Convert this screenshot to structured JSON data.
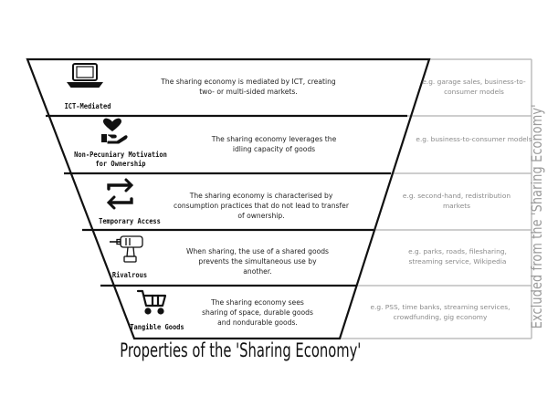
{
  "caption": "Properties of the 'Sharing Economy'",
  "side_label": "Excluded from the 'Sharing Economy'",
  "levels": [
    {
      "label": "ICT-Mediated",
      "icon": "laptop-icon",
      "description": "The sharing economy is mediated by ICT, creating two- or multi-sided markets.",
      "example": "e.g. garage sales, business-to-consumer models"
    },
    {
      "label": "Non-Pecuniary Motivation for Ownership",
      "icon": "hand-heart-icon",
      "description": "The sharing economy leverages the idling capacity of goods",
      "example": "e.g.  business-to-consumer models"
    },
    {
      "label": "Temporary Access",
      "icon": "swap-arrows-icon",
      "description": "The sharing economy is characterised by consumption practices that do not lead to transfer of ownership.",
      "example": "e.g.  second-hand, redistribution markets"
    },
    {
      "label": "Rivalrous",
      "icon": "drill-icon",
      "description": "When sharing, the use of a shared goods prevents the simultaneous use by another.",
      "example": "e.g. parks, roads, filesharing, streaming service, Wikipedia"
    },
    {
      "label": "Tangible Goods",
      "icon": "shopping-cart-icon",
      "description": "The sharing economy sees sharing of space, durable goods and nondurable goods.",
      "example": "e.g. PSS, time banks, streaming services, crowdfunding, gig economy"
    }
  ],
  "colors": {
    "stroke": "#111111",
    "excluded": "#bdbdbd",
    "excluded_text": "#9a9a9a"
  }
}
